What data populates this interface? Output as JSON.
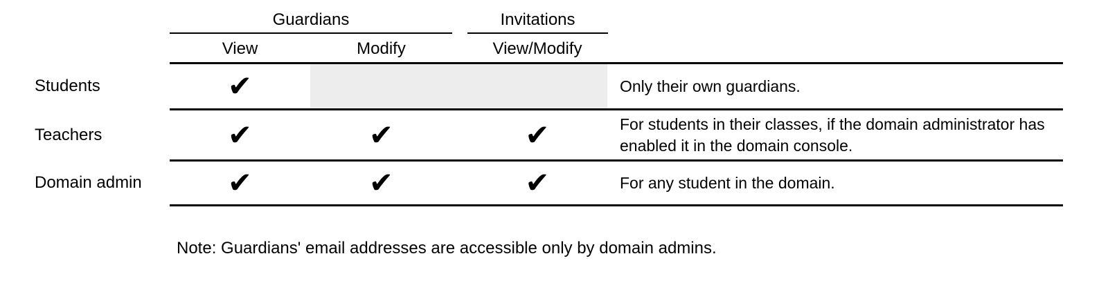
{
  "colors": {
    "background": "#ffffff",
    "text": "#000000",
    "rule": "#000000",
    "shaded_cell": "#ededed"
  },
  "icons": {
    "check": "✔"
  },
  "table": {
    "column_groups": [
      {
        "label": "Guardians",
        "subcolumns": [
          "View",
          "Modify"
        ]
      },
      {
        "label": "Invitations",
        "subcolumns": [
          "View/Modify"
        ]
      }
    ],
    "rows": [
      {
        "label": "Students",
        "view": true,
        "modify": false,
        "invitations": false,
        "shaded": true,
        "note": "Only their own guardians."
      },
      {
        "label": "Teachers",
        "view": true,
        "modify": true,
        "invitations": true,
        "shaded": false,
        "note": "For students in their classes, if the domain administrator has enabled it in the domain console."
      },
      {
        "label": "Domain admin",
        "view": true,
        "modify": true,
        "invitations": true,
        "shaded": false,
        "note": "For any student in the domain."
      }
    ]
  },
  "footnote": "Note: Guardians' email addresses are accessible only by domain admins."
}
